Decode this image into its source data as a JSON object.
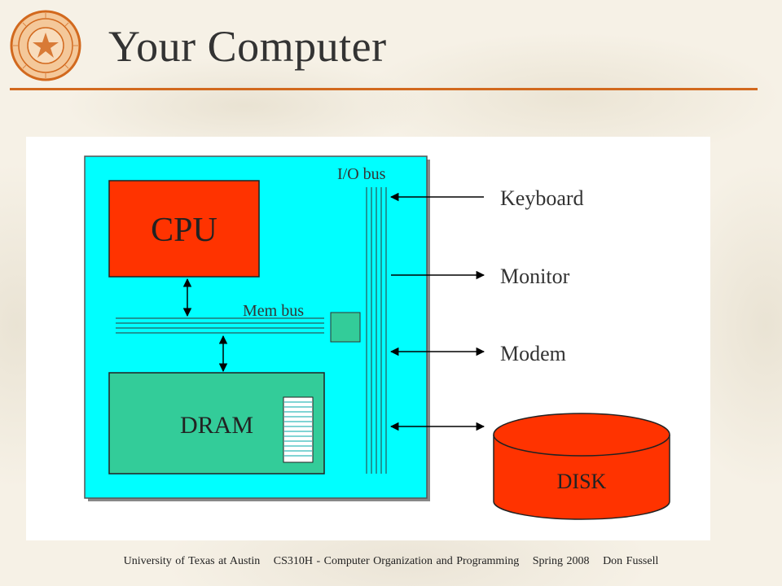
{
  "slide": {
    "title": "Your Computer",
    "accent_color": "#d2691e"
  },
  "diagram": {
    "cpu_label": "CPU",
    "dram_label": "DRAM",
    "mem_bus_label": "Mem bus",
    "io_bus_label": "I/O bus",
    "keyboard_label": "Keyboard",
    "monitor_label": "Monitor",
    "modem_label": "Modem",
    "disk_label": "DISK",
    "colors": {
      "board": "#00ffff",
      "cpu": "#ff3300",
      "dram": "#33cc99",
      "disk": "#ff3300"
    }
  },
  "footer": {
    "university": "University of Texas at Austin",
    "course": "CS310H - Computer Organization and Programming",
    "term": "Spring 2008",
    "instructor": "Don Fussell"
  }
}
